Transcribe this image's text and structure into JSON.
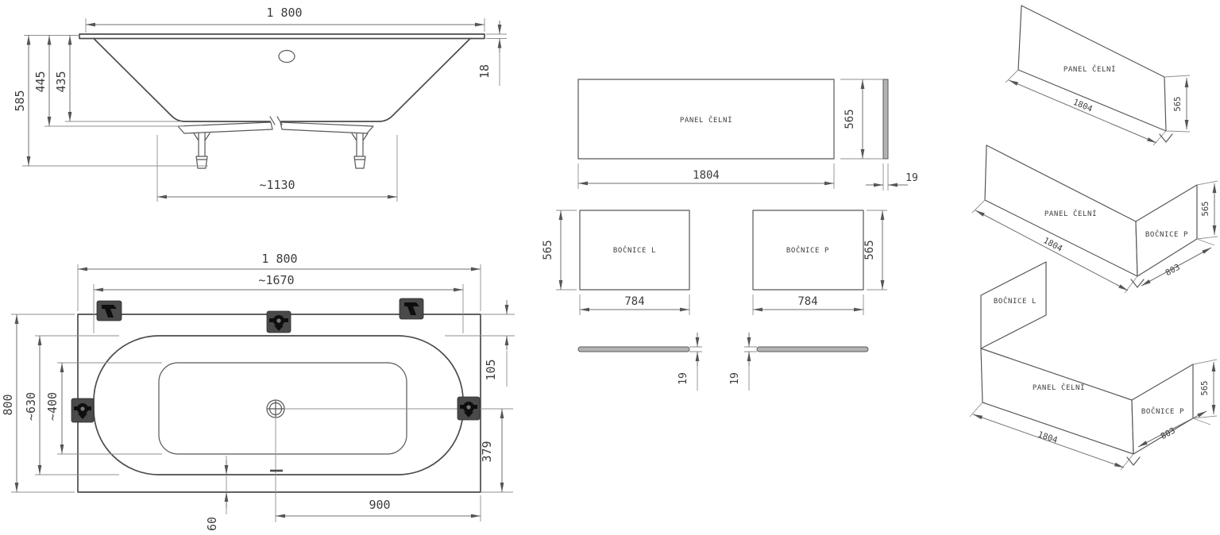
{
  "drawing": {
    "side_view": {
      "length": "1 800",
      "height_total": "585",
      "height_shell": "445",
      "depth_inner": "435",
      "rim_thickness": "18",
      "feet_spacing": "~1130"
    },
    "top_view": {
      "length": "1 800",
      "rim_length": "~1670",
      "width": "800",
      "rim_width": "~630",
      "well_width": "~400",
      "edge_gap": "105",
      "drain_to_edge": "379",
      "drain_offset": "900",
      "bottom_gap": "60"
    },
    "panels": {
      "front": {
        "label": "PANEL ČELNÍ",
        "width": "1804",
        "height": "565",
        "thickness": "19"
      },
      "side_left": {
        "label": "BOČNICE L",
        "width": "784",
        "height": "565",
        "thickness": "19"
      },
      "side_right": {
        "label": "BOČNICE P",
        "width": "784",
        "height": "565",
        "thickness": "19"
      },
      "assembly": {
        "side_depth": "803"
      }
    }
  }
}
